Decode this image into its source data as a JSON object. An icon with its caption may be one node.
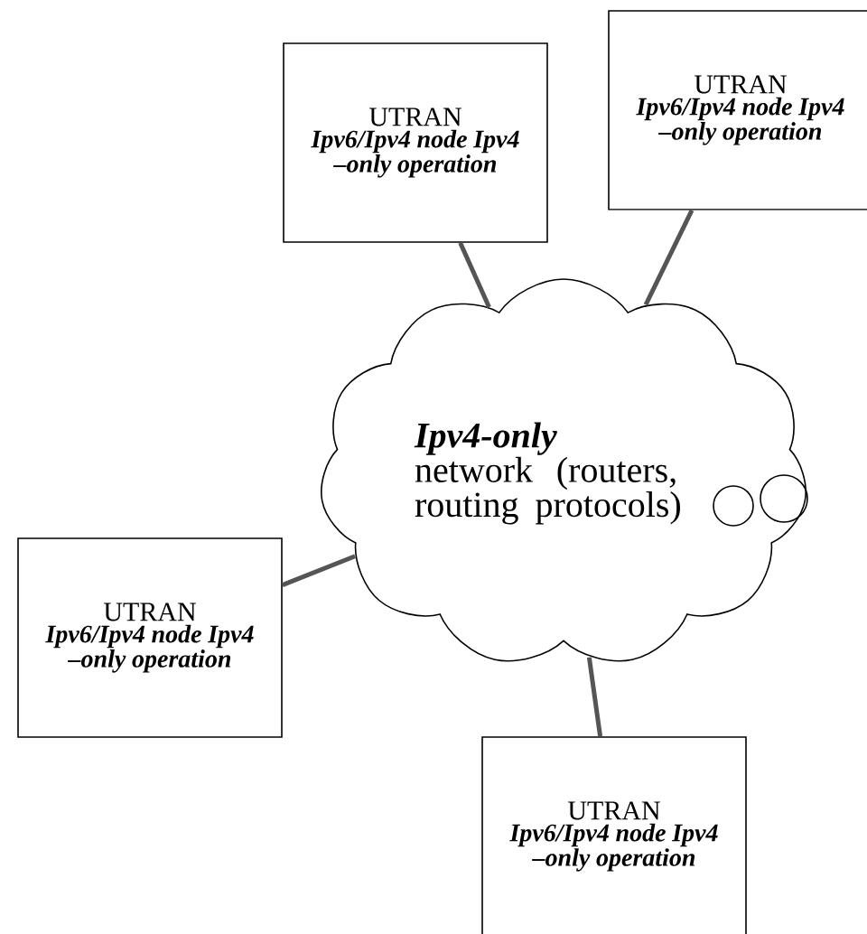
{
  "diagram": {
    "nodes": [
      {
        "text": [
          "UTRAN",
          "Ipv6/Ipv4 node Ipv4 –only operation"
        ]
      },
      {
        "text": [
          "UTRAN",
          "Ipv6/Ipv4 node Ipv4 –only operation"
        ]
      },
      {
        "text": [
          "Ipv4-only",
          "network (routers, routing protocols)"
        ]
      },
      {
        "text": [
          "UTRAN",
          "Ipv6/Ipv4 node Ipv4 –only operation"
        ]
      },
      {
        "text": [
          "UTRAN",
          "Ipv6/Ipv4 node Ipv4 –only operation"
        ]
      }
    ],
    "edges": [
      {
        "from": 0,
        "to": 2,
        "arrow": "none"
      },
      {
        "from": 1,
        "to": 2,
        "arrow": "none"
      },
      {
        "from": 3,
        "to": 2,
        "arrow": "none"
      },
      {
        "from": 4,
        "to": 2,
        "arrow": "none"
      }
    ]
  }
}
